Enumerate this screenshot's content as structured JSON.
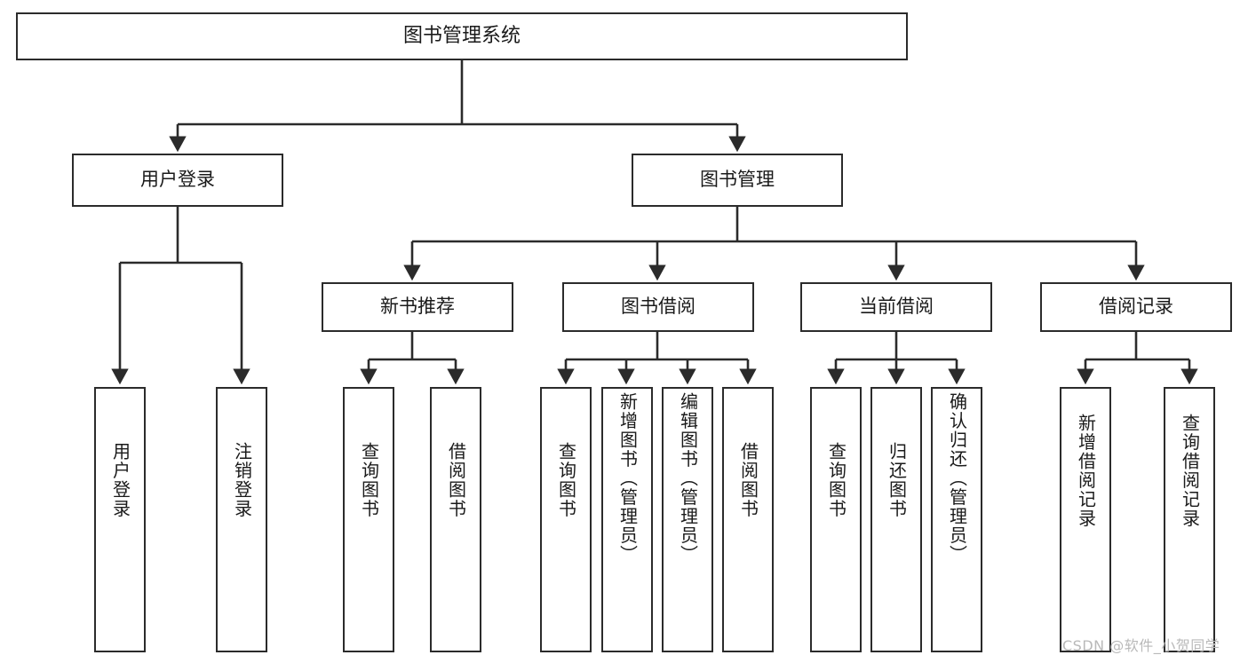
{
  "diagram": {
    "title": "图书管理系统",
    "type": "tree-hierarchy",
    "root": {
      "id": "root",
      "label": "图书管理系统"
    },
    "level2": [
      {
        "id": "user-login",
        "label": "用户登录"
      },
      {
        "id": "book-manage",
        "label": "图书管理"
      }
    ],
    "level3": [
      {
        "id": "new-book-rec",
        "label": "新书推荐",
        "parent": "book-manage"
      },
      {
        "id": "book-borrow",
        "label": "图书借阅",
        "parent": "book-manage"
      },
      {
        "id": "current-borrow",
        "label": "当前借阅",
        "parent": "book-manage"
      },
      {
        "id": "borrow-record",
        "label": "借阅记录",
        "parent": "book-manage"
      }
    ],
    "leaves": [
      {
        "id": "leaf-user-login",
        "label": "用户登录",
        "parent": "user-login"
      },
      {
        "id": "leaf-logout-login",
        "label": "注销登录",
        "parent": "user-login"
      },
      {
        "id": "leaf-query-book-1",
        "label": "查询图书",
        "parent": "new-book-rec"
      },
      {
        "id": "leaf-borrow-book-1",
        "label": "借阅图书",
        "parent": "new-book-rec"
      },
      {
        "id": "leaf-query-book-2",
        "label": "查询图书",
        "parent": "book-borrow"
      },
      {
        "id": "leaf-add-book",
        "label": "新增图书（管理员）",
        "parent": "book-borrow"
      },
      {
        "id": "leaf-edit-book",
        "label": "编辑图书（管理员）",
        "parent": "book-borrow"
      },
      {
        "id": "leaf-borrow-book-2",
        "label": "借阅图书",
        "parent": "book-borrow"
      },
      {
        "id": "leaf-query-book-3",
        "label": "查询图书",
        "parent": "current-borrow"
      },
      {
        "id": "leaf-return-book",
        "label": "归还图书",
        "parent": "current-borrow"
      },
      {
        "id": "leaf-confirm-return",
        "label": "确认归还（管理员）",
        "parent": "current-borrow"
      },
      {
        "id": "leaf-add-record",
        "label": "新增借阅记录",
        "parent": "borrow-record"
      },
      {
        "id": "leaf-query-record",
        "label": "查询借阅记录",
        "parent": "borrow-record"
      }
    ],
    "colors": {
      "stroke": "#2b2b2b",
      "fill": "#ffffff",
      "text": "#1a1a1a",
      "watermark": "#b9b9b9"
    }
  },
  "watermark": {
    "text": "CSDN @软件_小贺同学"
  }
}
